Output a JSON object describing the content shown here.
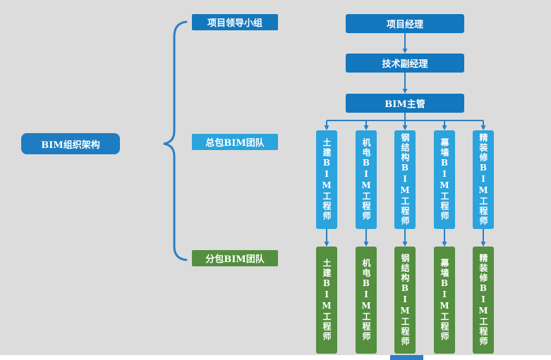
{
  "title": "BIM组织架构",
  "branches": {
    "leadership": "项目领导小组",
    "general": "总包BIM团队",
    "sub": "分包BIM团队"
  },
  "chain": [
    "项目经理",
    "技术副经理",
    "BIM主管"
  ],
  "general_team": [
    "土建BIM工程师",
    "机电BIM工程师",
    "钢结构BIM工程师",
    "幕墙BIM工程师",
    "精装修BIM工程师"
  ],
  "sub_team": [
    "土建BIM工程师",
    "机电BIM工程师",
    "钢结构BIM工程师",
    "幕墙BIM工程师",
    "精装修BIM工程师"
  ],
  "colors": {
    "dark_blue": "#1377bd",
    "light_blue": "#2ba3dc",
    "green": "#538f3e",
    "root_blue": "#1e7dc2",
    "connector_blue": "#2b7fc4",
    "background": "#dcdcdc"
  }
}
